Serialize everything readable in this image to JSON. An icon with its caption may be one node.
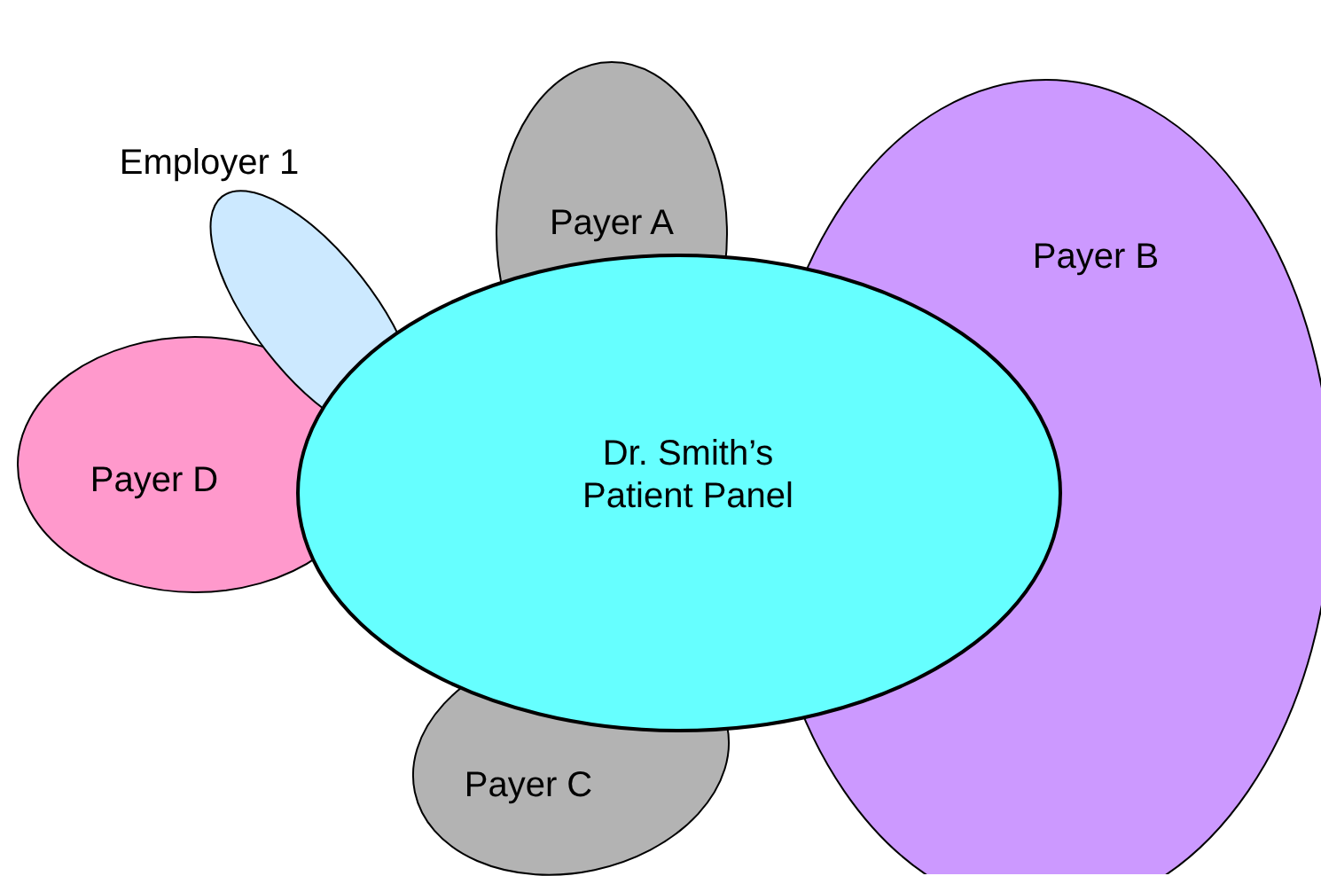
{
  "diagram": {
    "nodes": [
      {
        "text": [
          "Employer 1"
        ]
      },
      {
        "text": [
          "Payer A"
        ]
      },
      {
        "text": [
          "Payer B"
        ]
      },
      {
        "text": [
          "Payer D"
        ]
      },
      {
        "text": [
          "Dr. Smith’s Patient Panel"
        ]
      },
      {
        "text": [
          "Payer C"
        ]
      }
    ]
  }
}
